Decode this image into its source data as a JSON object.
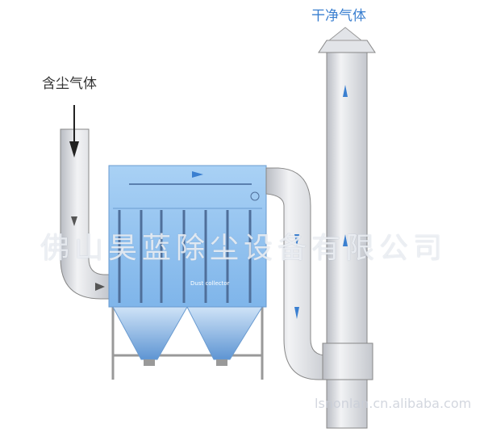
{
  "labels": {
    "inlet": "含尘气体",
    "outlet": "干净气体"
  },
  "watermark": {
    "company": "佛山昊蓝除尘设备有限公司",
    "site": "lsnonlan.cn.alibaba.com"
  },
  "nameplate": "Dust collector",
  "colors": {
    "body": "#8fc1ef",
    "pipe": "#d9dbe0",
    "arrow": "#3a7fd0"
  }
}
